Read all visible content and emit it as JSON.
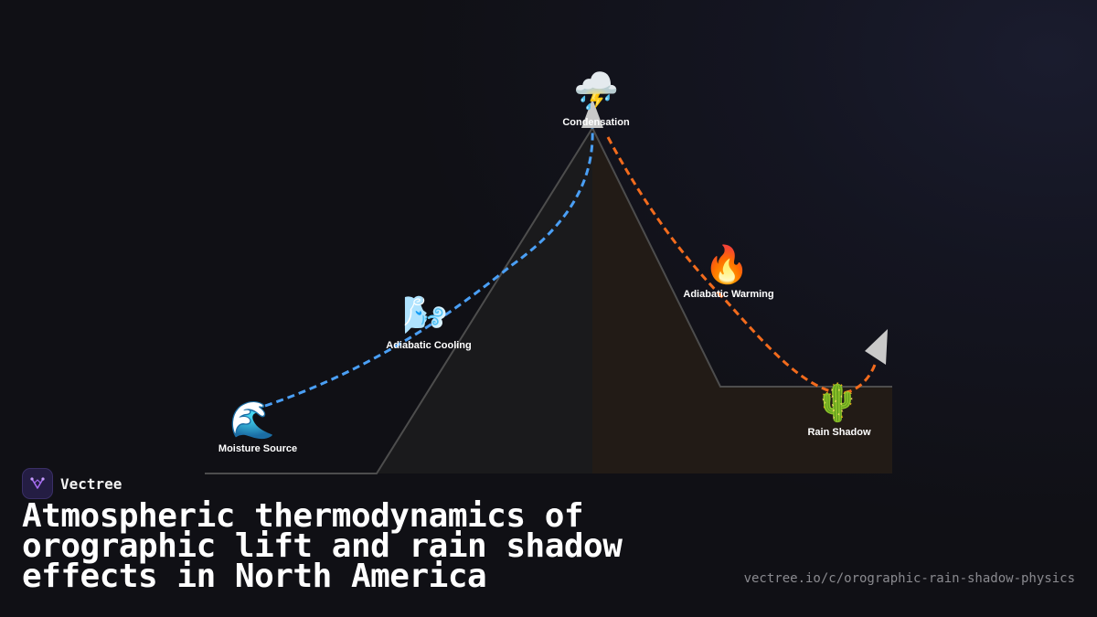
{
  "brand": {
    "name": "Vectree",
    "logo_icon": "vectree-logo-icon",
    "logo_color": "#a66cf0"
  },
  "title": "Atmospheric thermodynamics of orographic lift and rain shadow effects in North America",
  "url": "vectree.io/c/orographic-rain-shadow-physics",
  "diagram": {
    "colors": {
      "windward_path": "#4a9ff5",
      "leeward_path": "#f26b1d",
      "mountain_windward": "#1a1a1c",
      "mountain_leeward": "#221b16",
      "ground_line": "#4d4d4d",
      "arrow": "#c9c9c9"
    },
    "stages": [
      {
        "key": "moisture",
        "label": "Moisture Source",
        "icon": "water-wave-icon",
        "glyph": "🌊"
      },
      {
        "key": "cooling",
        "label": "Adiabatic Cooling",
        "icon": "wind-face-icon",
        "glyph": "🌬️"
      },
      {
        "key": "condensation",
        "label": "Condensation",
        "icon": "thunder-cloud-rain-icon",
        "glyph": "⛈️"
      },
      {
        "key": "warming",
        "label": "Adiabatic Warming",
        "icon": "fire-icon",
        "glyph": "🔥"
      },
      {
        "key": "rainshadow",
        "label": "Rain Shadow",
        "icon": "cactus-icon",
        "glyph": "🌵"
      }
    ]
  }
}
